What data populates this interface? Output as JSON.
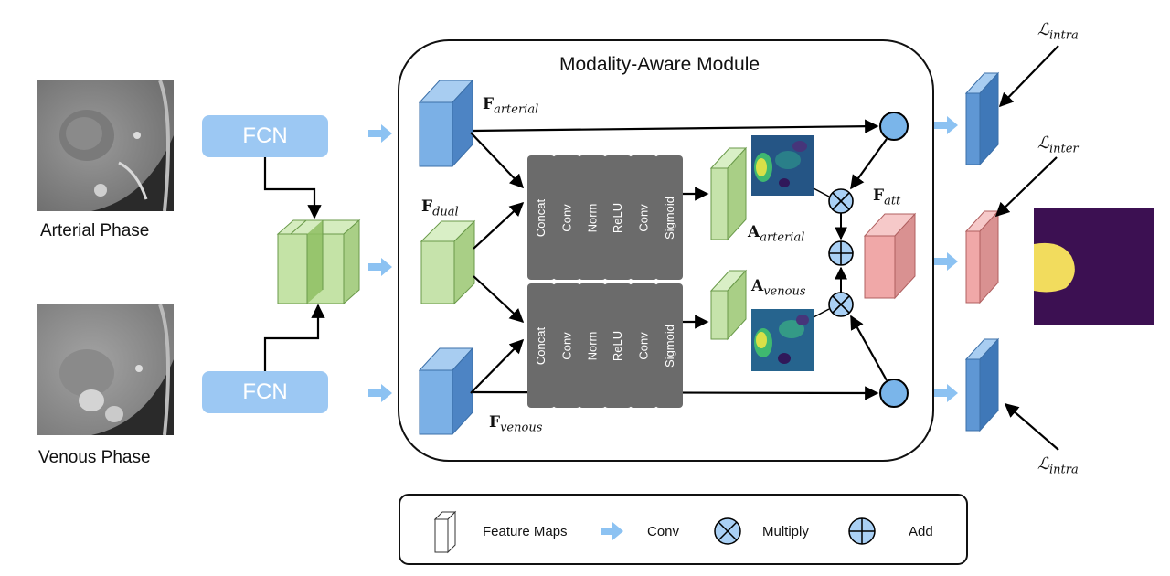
{
  "module_title": "Modality-Aware Module",
  "inputs": {
    "arterial_caption": "Arterial Phase",
    "venous_caption": "Venous Phase"
  },
  "fcn_top": "FCN",
  "fcn_bottom": "FCN",
  "ops_top": [
    "Concat",
    "Conv",
    "Norm",
    "ReLU",
    "Conv",
    "Sigmoid"
  ],
  "ops_bottom": [
    "Concat",
    "Conv",
    "Norm",
    "ReLU",
    "Conv",
    "Sigmoid"
  ],
  "labels": {
    "f_arterial": {
      "main": "F",
      "sub": "arterial"
    },
    "f_dual": {
      "main": "F",
      "sub": "dual"
    },
    "f_venous": {
      "main": "F",
      "sub": "venous"
    },
    "a_arterial": {
      "main": "A",
      "sub": "arterial"
    },
    "a_venous": {
      "main": "A",
      "sub": "venous"
    },
    "f_att": {
      "main": "F",
      "sub": "att"
    }
  },
  "losses": {
    "top": {
      "main": "ℒ",
      "sub": "intra"
    },
    "middle": {
      "main": "ℒ",
      "sub": "inter"
    },
    "bottom": {
      "main": "ℒ",
      "sub": "intra"
    }
  },
  "legend": {
    "feature_maps": "Feature Maps",
    "conv": "Conv",
    "multiply": "Multiply",
    "add": "Add"
  },
  "colors": {
    "blue_cube": "#6fa4dd",
    "green_cube": "#bfe0a0",
    "pink_cube": "#eeaaaa",
    "fcn": "#9cc8f3",
    "op_block": "#6b6b6b",
    "circle": "#7ab5ea",
    "output_bg": "#3c1052",
    "output_blob": "#f2dc5d"
  }
}
